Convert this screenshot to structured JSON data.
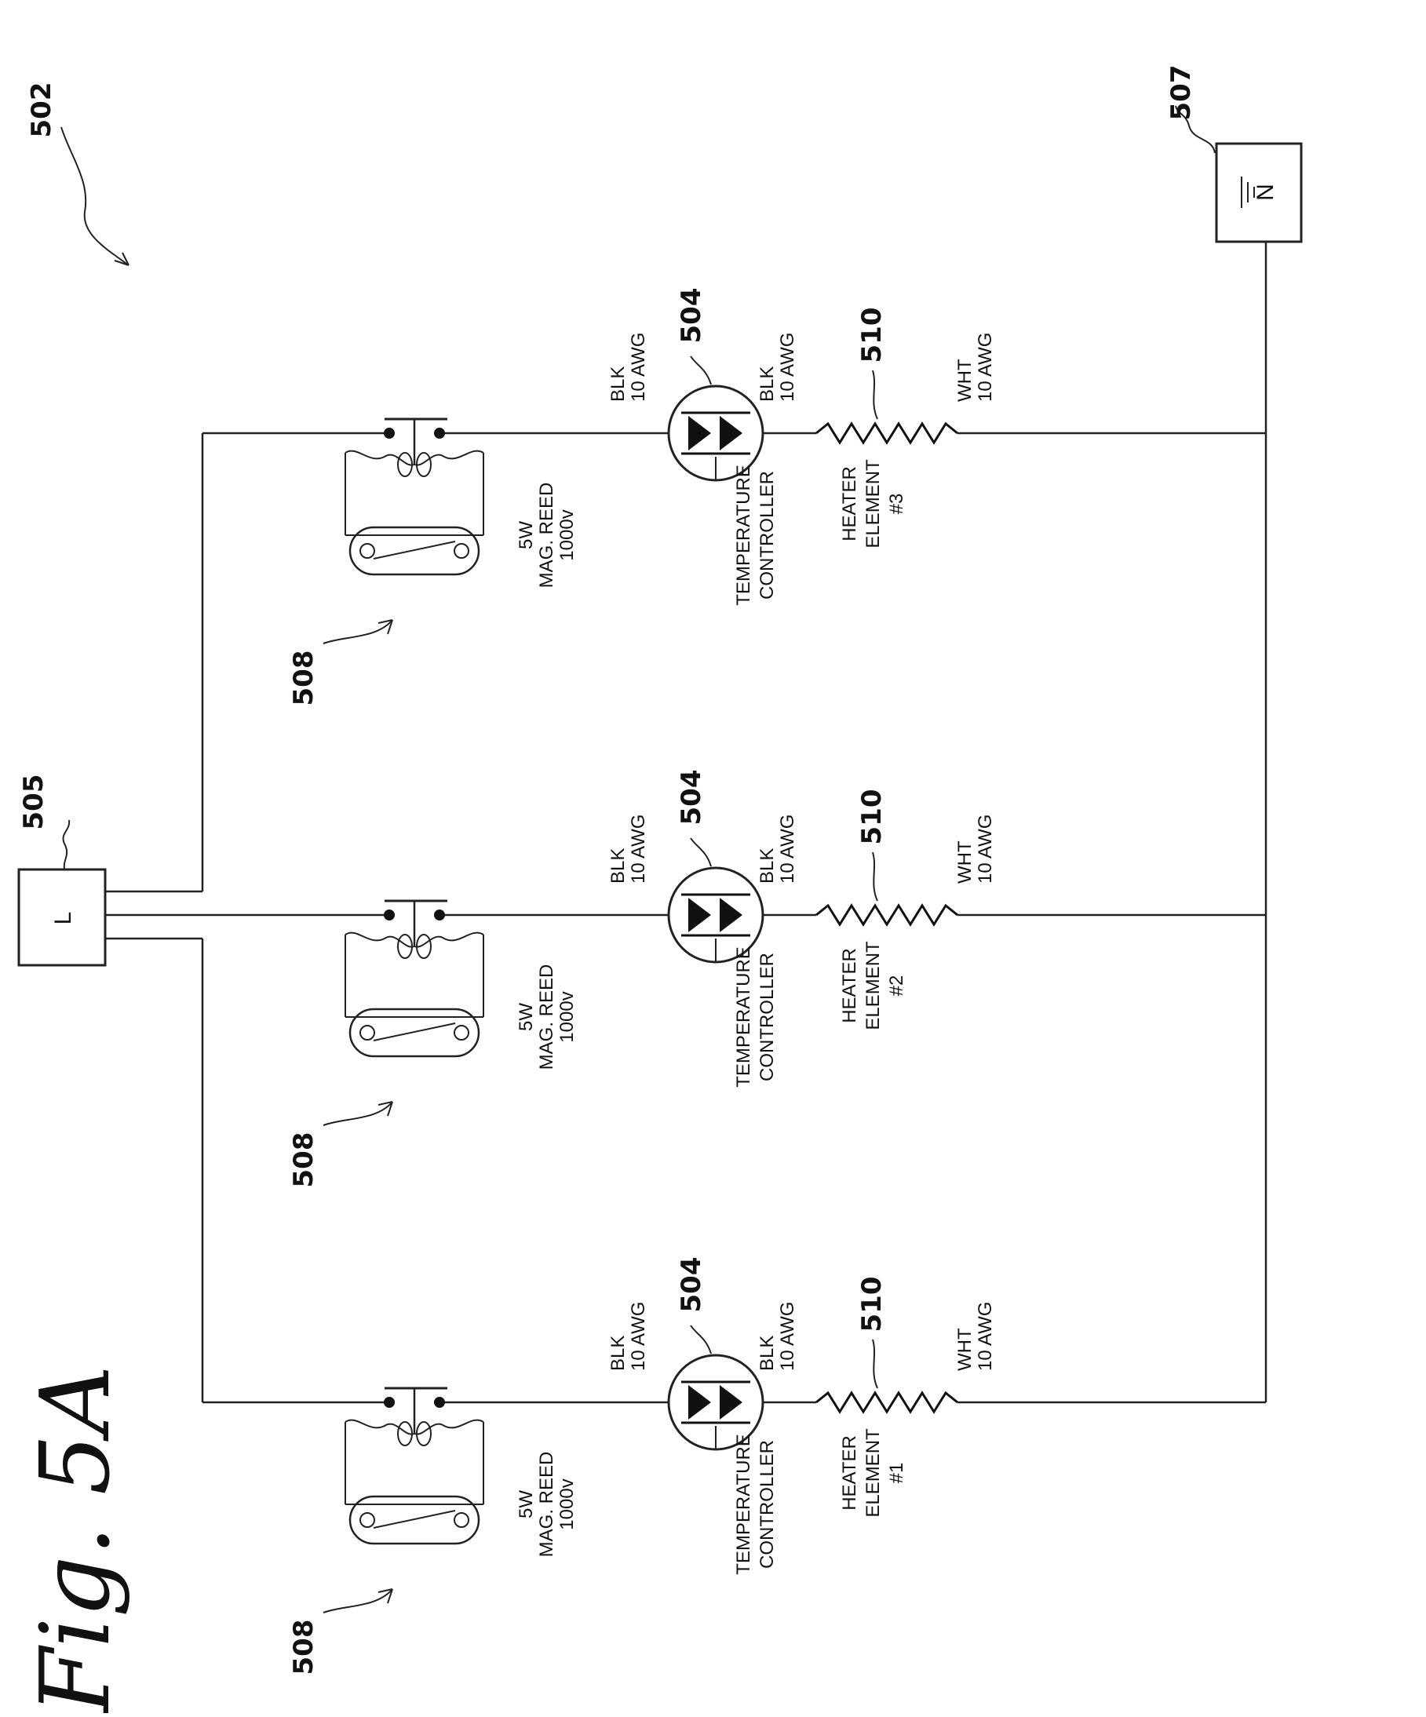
{
  "figure_title": "Fig. 5A",
  "refs": {
    "circuit": "502",
    "line_terminal": "505",
    "neutral_terminal": "507"
  },
  "terminals": {
    "line": "L",
    "neutral": "N"
  },
  "branches": [
    {
      "switch_ref": "508",
      "switch_spec": [
        "5W",
        "MAG. REED",
        "1000v"
      ],
      "controller_ref": "504",
      "controller_label": [
        "TEMPERATURE",
        "CONTROLLER"
      ],
      "wire_in": [
        "BLK",
        "10 AWG"
      ],
      "wire_mid": [
        "BLK",
        "10 AWG"
      ],
      "heater_ref": "510",
      "heater_label": [
        "HEATER",
        "ELEMENT",
        "#1"
      ],
      "wire_out": [
        "WHT",
        "10 AWG"
      ]
    },
    {
      "switch_ref": "508",
      "switch_spec": [
        "5W",
        "MAG. REED",
        "1000v"
      ],
      "controller_ref": "504",
      "controller_label": [
        "TEMPERATURE",
        "CONTROLLER"
      ],
      "wire_in": [
        "BLK",
        "10 AWG"
      ],
      "wire_mid": [
        "BLK",
        "10 AWG"
      ],
      "heater_ref": "510",
      "heater_label": [
        "HEATER",
        "ELEMENT",
        "#2"
      ],
      "wire_out": [
        "WHT",
        "10 AWG"
      ]
    },
    {
      "switch_ref": "508",
      "switch_spec": [
        "5W",
        "MAG. REED",
        "1000v"
      ],
      "controller_ref": "504",
      "controller_label": [
        "TEMPERATURE",
        "CONTROLLER"
      ],
      "wire_in": [
        "BLK",
        "10 AWG"
      ],
      "wire_mid": [
        "BLK",
        "10 AWG"
      ],
      "heater_ref": "510",
      "heater_label": [
        "HEATER",
        "ELEMENT",
        "#3"
      ],
      "wire_out": [
        "WHT",
        "10 AWG"
      ]
    }
  ]
}
